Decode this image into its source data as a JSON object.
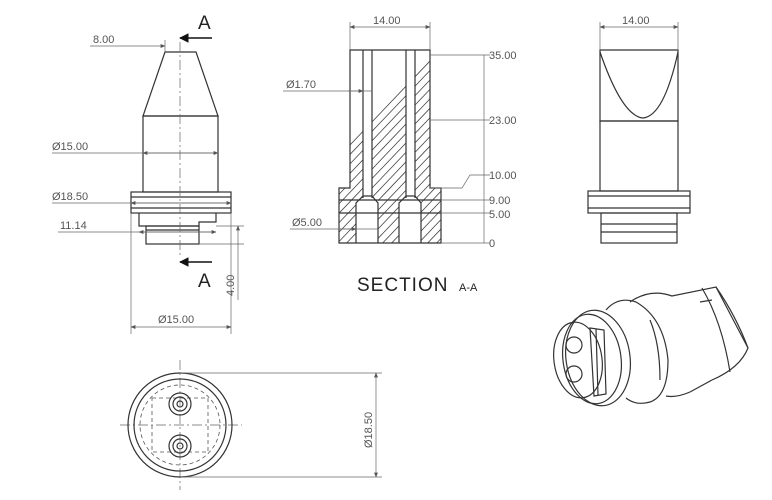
{
  "section_marker": "A",
  "section_title": "SECTION",
  "section_suffix": "A-A",
  "front_view": {
    "top_width": "8.00",
    "body_diameter": "Ø15.00",
    "flange_diameter": "Ø18.50",
    "step_width": "11.14",
    "pin_length": "4.00",
    "base_diameter": "Ø15.00"
  },
  "section_view": {
    "width": "14.00",
    "bore_diameter": "Ø1.70",
    "pin_diameter": "Ø5.00",
    "heights": [
      "35.00",
      "23.00",
      "10.00",
      "9.00",
      "5.00",
      "0"
    ]
  },
  "side_view": {
    "width": "14.00"
  },
  "bottom_view": {
    "diameter": "Ø18.50"
  }
}
